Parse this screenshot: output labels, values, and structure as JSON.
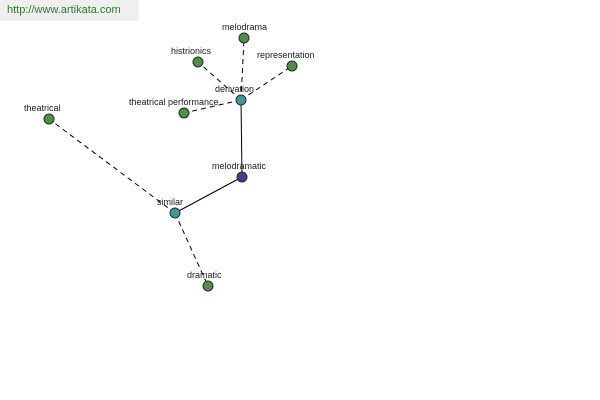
{
  "header": {
    "url_text": "http://www.artikata.com"
  },
  "diagram": {
    "colors": {
      "leaf": "#4f8f4a",
      "hub": "#3e9a9a",
      "center": "#3c3f96",
      "edge": "#000000"
    },
    "nodes": [
      {
        "id": "melodramatic",
        "label": "melodramatic",
        "role": "center"
      },
      {
        "id": "derivation",
        "label": "derivation",
        "role": "hub"
      },
      {
        "id": "similar",
        "label": "similar",
        "role": "hub"
      },
      {
        "id": "melodrama",
        "label": "melodrama",
        "role": "leaf"
      },
      {
        "id": "histrionics",
        "label": "histrionics",
        "role": "leaf"
      },
      {
        "id": "representation",
        "label": "representation",
        "role": "leaf"
      },
      {
        "id": "theatrical-performance",
        "label": "theatrical performance",
        "role": "leaf"
      },
      {
        "id": "theatrical",
        "label": "theatrical",
        "role": "leaf"
      },
      {
        "id": "dramatic",
        "label": "dramatic",
        "role": "leaf"
      }
    ],
    "edges": [
      {
        "from": "melodramatic",
        "to": "derivation",
        "style": "solid"
      },
      {
        "from": "melodramatic",
        "to": "similar",
        "style": "solid"
      },
      {
        "from": "derivation",
        "to": "melodrama",
        "style": "dashed"
      },
      {
        "from": "derivation",
        "to": "histrionics",
        "style": "dashed"
      },
      {
        "from": "derivation",
        "to": "representation",
        "style": "dashed"
      },
      {
        "from": "derivation",
        "to": "theatrical-performance",
        "style": "dashed"
      },
      {
        "from": "similar",
        "to": "theatrical",
        "style": "dashed"
      },
      {
        "from": "similar",
        "to": "dramatic",
        "style": "dashed"
      }
    ]
  }
}
